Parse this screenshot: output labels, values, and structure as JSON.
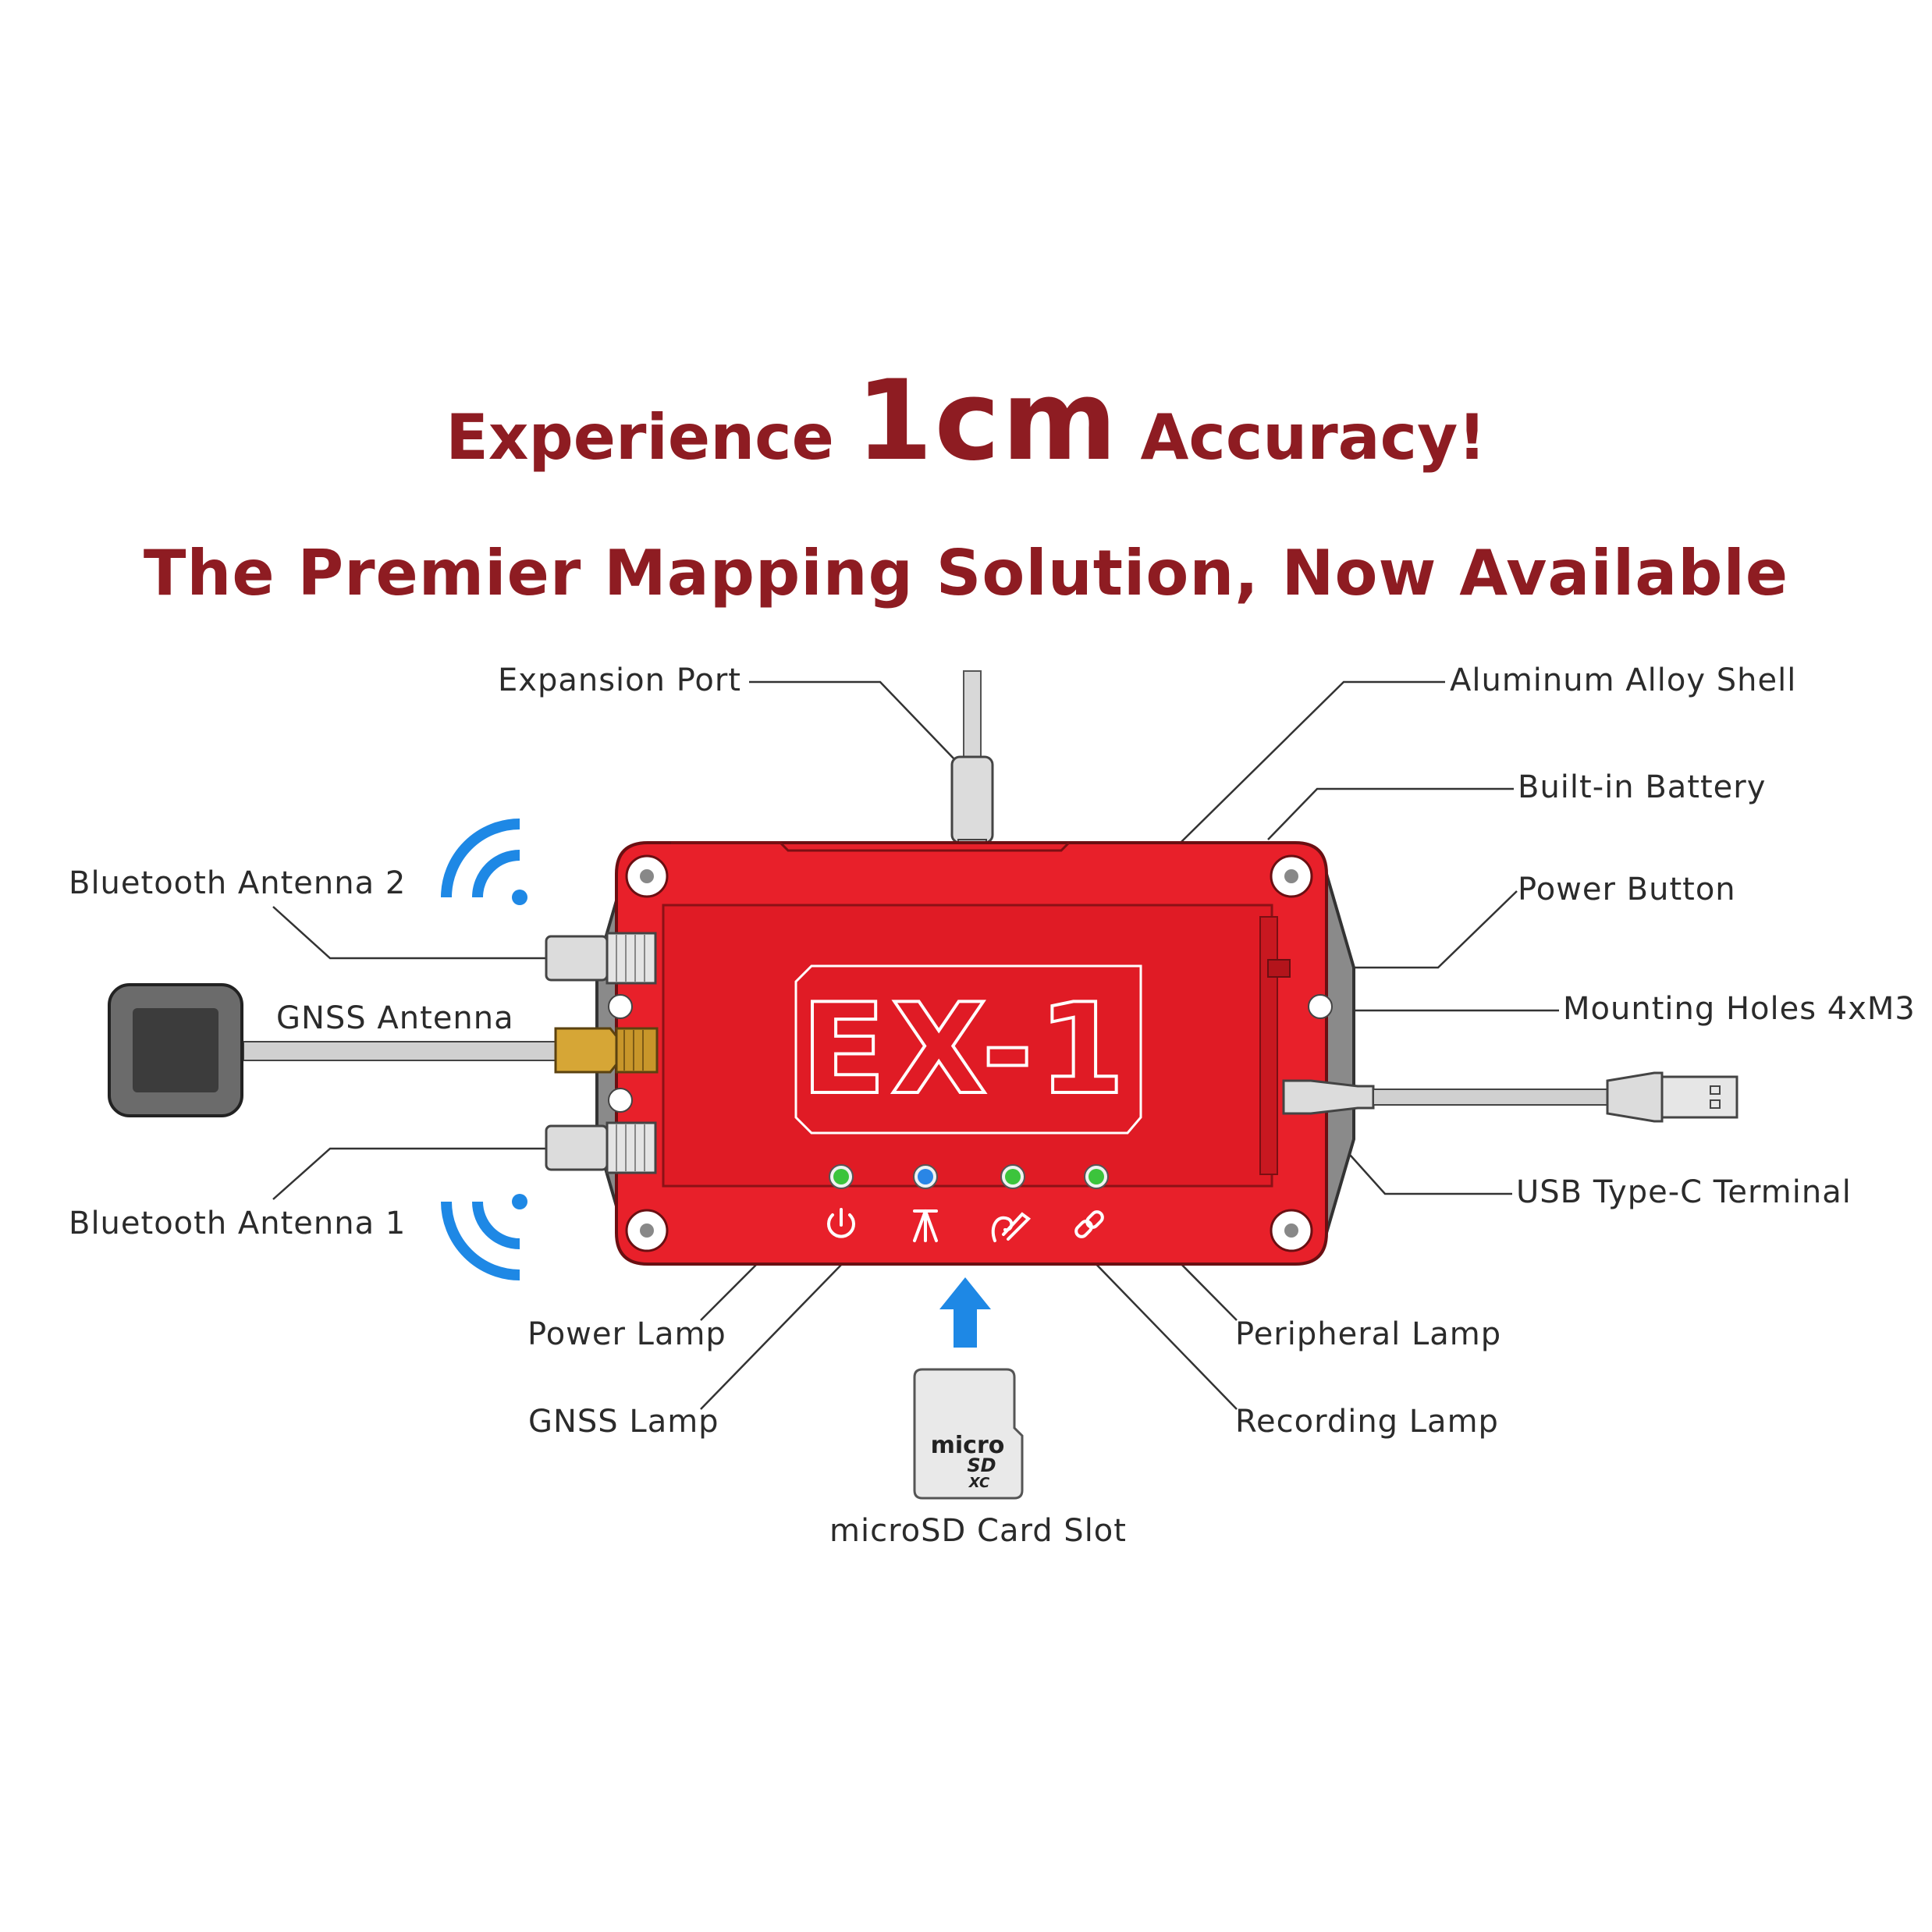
{
  "headline": {
    "line1_before": "Experience",
    "line1_big": "1cm",
    "line1_after": "Accuracy!",
    "line2": "The Premier Mapping Solution, Now Available"
  },
  "device": {
    "logo_text": "EX-1",
    "body_color": "#e8202a",
    "frame_color": "#8a8a8a"
  },
  "card": {
    "brand_line1": "micro",
    "brand_line2": "SD",
    "brand_line3": "XC"
  },
  "callouts": {
    "expansion_port": "Expansion Port",
    "aluminum_alloy_shell": "Aluminum Alloy Shell",
    "built_in_battery": "Built-in Battery",
    "power_button": "Power Button",
    "mounting_holes": "Mounting Holes 4xM3",
    "usb_type_c": "USB Type-C Terminal",
    "bluetooth_antenna_2": "Bluetooth Antenna 2",
    "gnss_antenna": "GNSS Antenna",
    "bluetooth_antenna_1": "Bluetooth Antenna 1",
    "power_lamp": "Power Lamp",
    "gnss_lamp": "GNSS Lamp",
    "peripheral_lamp": "Peripheral Lamp",
    "recording_lamp": "Recording Lamp",
    "microsd_slot": "microSD Card Slot"
  },
  "lamps": [
    {
      "name": "power-lamp",
      "color": "#3cc43c",
      "icon": "power-icon"
    },
    {
      "name": "gnss-lamp",
      "color": "#2a86e6",
      "icon": "tripod-icon"
    },
    {
      "name": "recording-lamp",
      "color": "#3cc43c",
      "icon": "recording-icon"
    },
    {
      "name": "peripheral-lamp",
      "color": "#3cc43c",
      "icon": "link-icon"
    }
  ],
  "colors": {
    "title": "#8e1c22",
    "accent_blue": "#1e88e5",
    "connector_gold": "#d6a636"
  }
}
